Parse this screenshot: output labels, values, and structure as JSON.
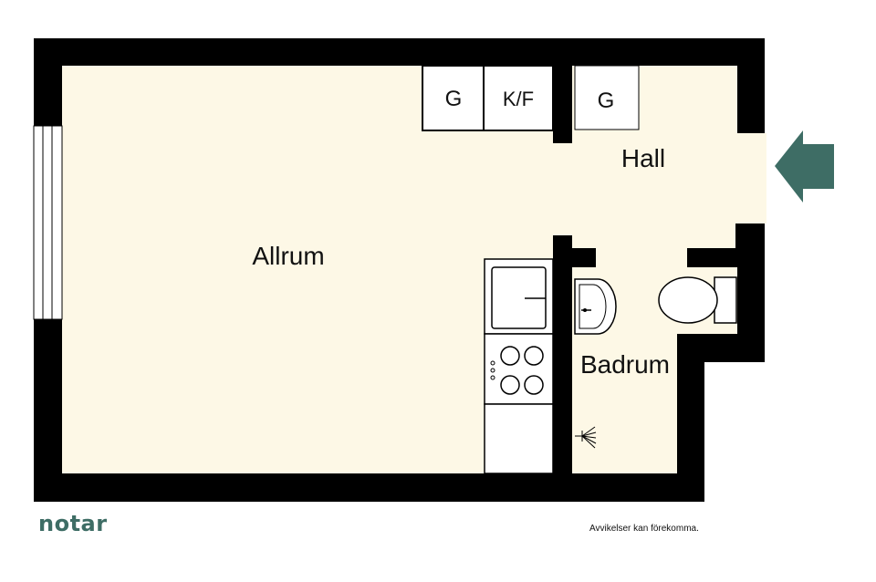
{
  "rooms": {
    "allrum": "Allrum",
    "hall": "Hall",
    "badrum": "Badrum"
  },
  "fixtures": {
    "wardrobe_1": "G",
    "fridge_freezer": "K/F",
    "wardrobe_2": "G"
  },
  "brand": {
    "name": "notar",
    "color": "#3e6d65"
  },
  "disclaimer": "Avvikelser kan förekomma.",
  "colors": {
    "floor": "#fdf8e6",
    "wall": "#000000",
    "entrance_arrow": "#3e6d65"
  },
  "icons": {
    "entrance": "entrance-arrow-icon"
  }
}
